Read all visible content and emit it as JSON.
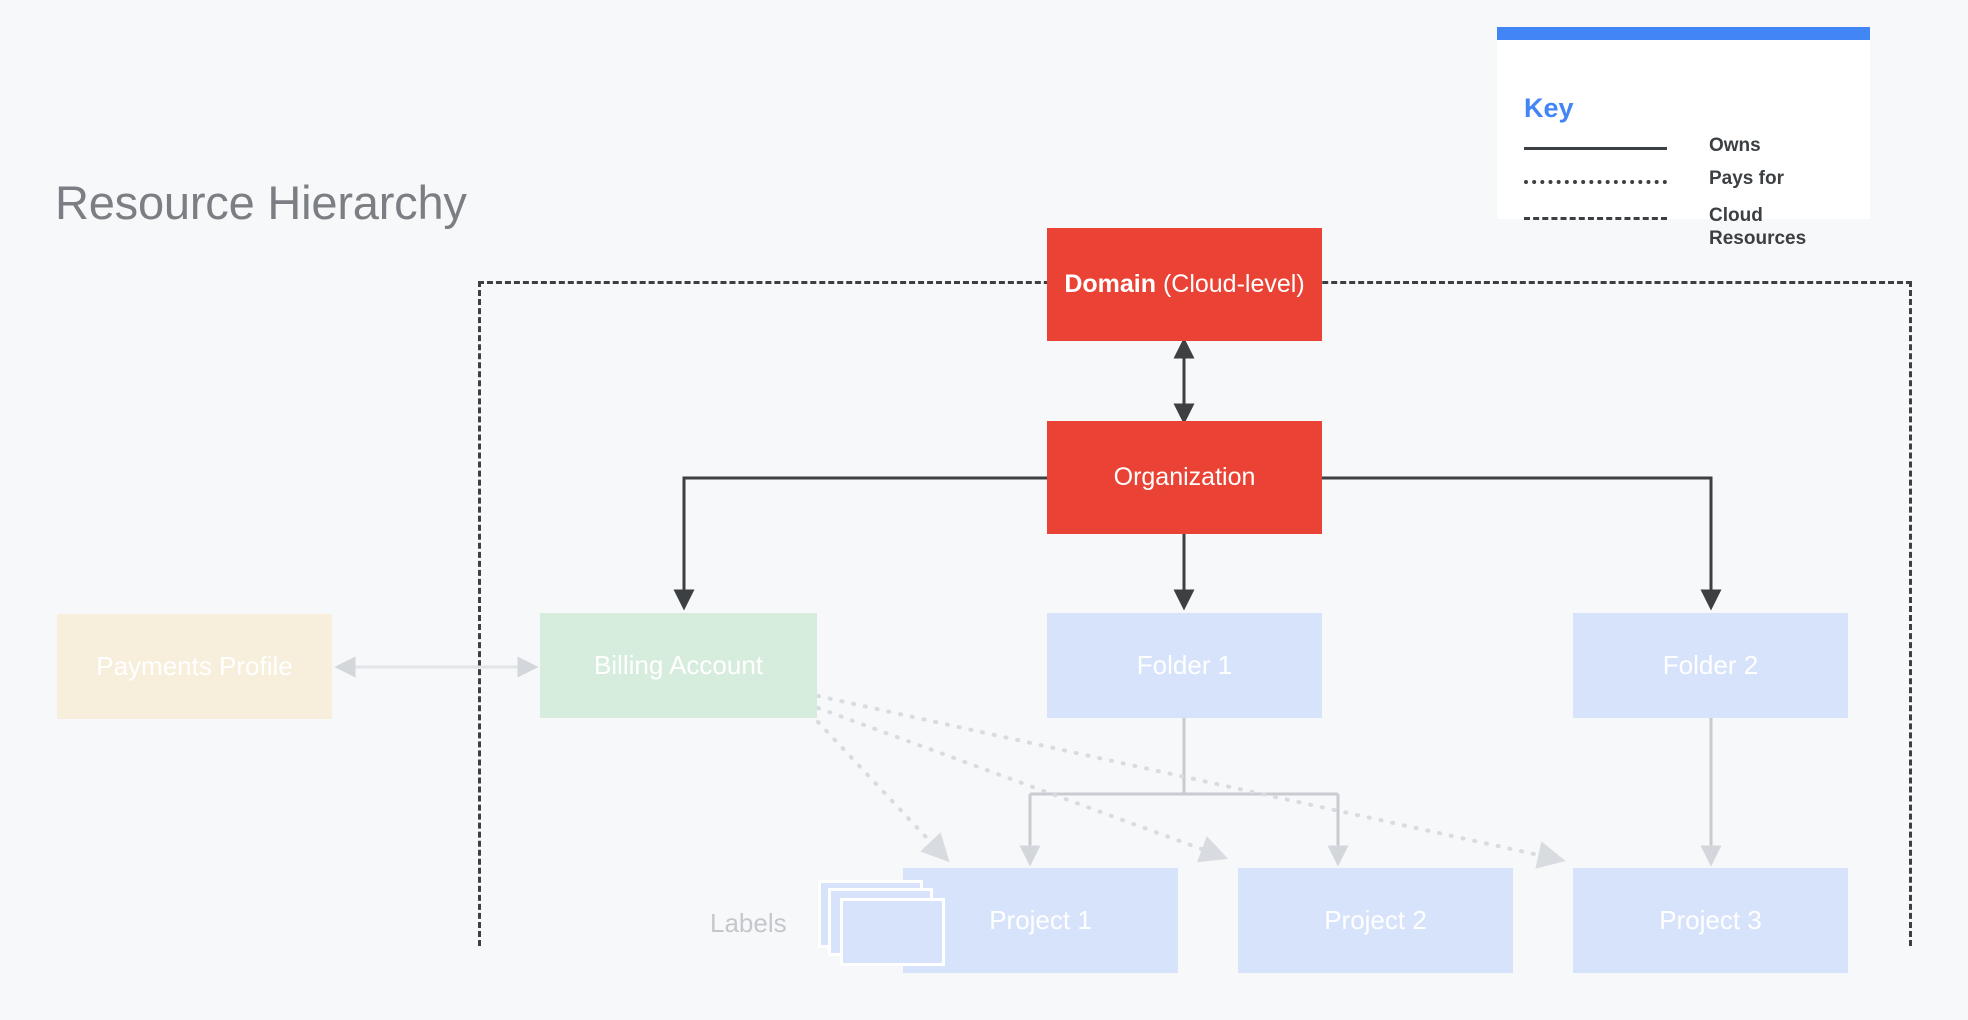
{
  "page": {
    "title": "Resource Hierarchy",
    "background": "#f6f8fa"
  },
  "key": {
    "title": "Key",
    "accent_color": "#4285f4",
    "rows": [
      {
        "style": "solid",
        "label": "Owns"
      },
      {
        "style": "dotted",
        "label": "Pays for"
      },
      {
        "style": "dashed",
        "label": "Cloud Resources"
      }
    ]
  },
  "nodes": {
    "domain": {
      "label_bold": "Domain",
      "label_rest": " (Cloud-level)",
      "color": "#ea4335"
    },
    "organization": {
      "label": "Organization",
      "color": "#ea4335"
    },
    "billing": {
      "label": "Billing Account",
      "color": "#d6ecdc"
    },
    "payments": {
      "label": "Payments Profile",
      "color": "#f7efdc"
    },
    "folder1": {
      "label": "Folder 1",
      "color": "#d7e3fb"
    },
    "folder2": {
      "label": "Folder 2",
      "color": "#d7e3fb"
    },
    "project1": {
      "label": "Project 1",
      "color": "#d7e3fb"
    },
    "project2": {
      "label": "Project 2",
      "color": "#d7e3fb"
    },
    "project3": {
      "label": "Project 3",
      "color": "#d7e3fb"
    }
  },
  "labels": {
    "text": "Labels",
    "card_count": 3
  },
  "colors": {
    "owns_line": "#3c4043",
    "pays_for_line": "#dadce0",
    "cloud_boundary": "#3c4043",
    "soft_connector": "#c8ccd0",
    "title_text": "#7b7f83"
  }
}
